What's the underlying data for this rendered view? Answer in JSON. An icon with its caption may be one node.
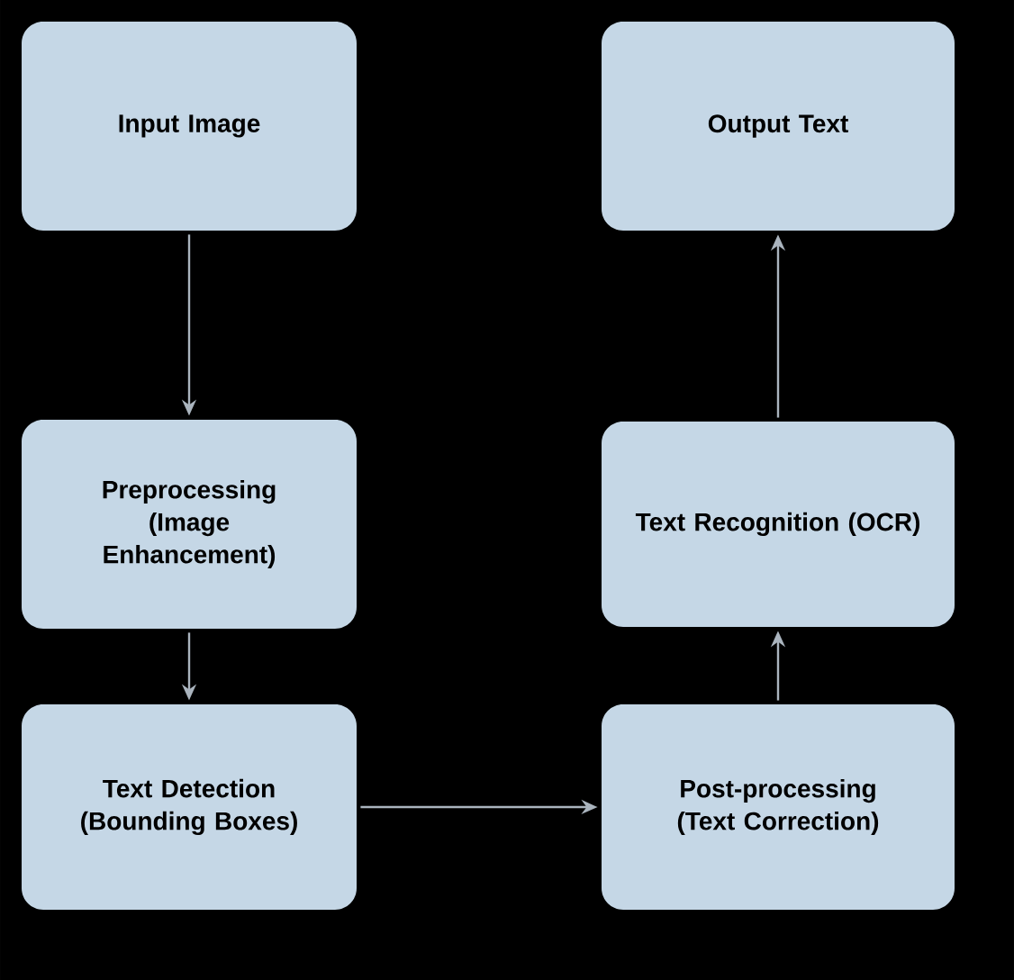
{
  "diagram": {
    "nodes": [
      {
        "text": [
          "Input Image"
        ]
      },
      {
        "text": [
          "Preprocessing (Image Enhancement)"
        ]
      },
      {
        "text": [
          "Text Detection (Bounding Boxes)"
        ]
      },
      {
        "text": [
          "Post-processing (Text Correction)"
        ]
      },
      {
        "text": [
          "Text Recognition (OCR)"
        ]
      },
      {
        "text": [
          "Output Text"
        ]
      }
    ],
    "edges": [
      {
        "from": 0,
        "to": 1,
        "arrow": "to"
      },
      {
        "from": 1,
        "to": 2,
        "arrow": "to"
      },
      {
        "from": 2,
        "to": 3,
        "arrow": "to"
      },
      {
        "from": 3,
        "to": 4,
        "arrow": "to"
      },
      {
        "from": 4,
        "to": 5,
        "arrow": "to"
      }
    ]
  }
}
